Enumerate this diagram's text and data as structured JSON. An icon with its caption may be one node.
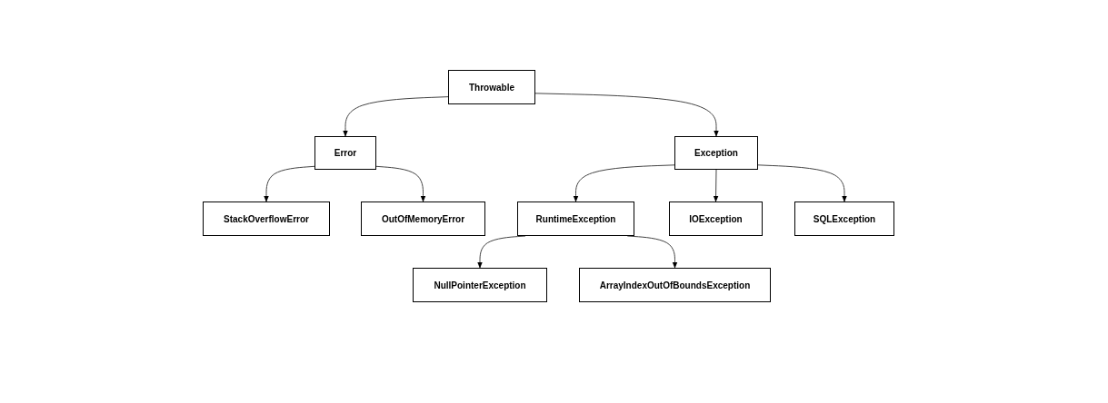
{
  "diagram": {
    "nodes": [
      {
        "text": [
          "Throwable"
        ]
      },
      {
        "text": [
          "Error"
        ]
      },
      {
        "text": [
          "Exception"
        ]
      },
      {
        "text": [
          "StackOverflowError"
        ]
      },
      {
        "text": [
          "OutOfMemoryError"
        ]
      },
      {
        "text": [
          "RuntimeException"
        ]
      },
      {
        "text": [
          "IOException"
        ]
      },
      {
        "text": [
          "SQLException"
        ]
      },
      {
        "text": [
          "NullPointerException"
        ]
      },
      {
        "text": [
          "ArrayIndexOutOfBoundsException"
        ]
      }
    ],
    "edges": [
      {
        "from": 0,
        "to": 1,
        "arrow": "to"
      },
      {
        "from": 0,
        "to": 2,
        "arrow": "to"
      },
      {
        "from": 1,
        "to": 3,
        "arrow": "to"
      },
      {
        "from": 1,
        "to": 4,
        "arrow": "to"
      },
      {
        "from": 2,
        "to": 5,
        "arrow": "to"
      },
      {
        "from": 2,
        "to": 6,
        "arrow": "to"
      },
      {
        "from": 2,
        "to": 7,
        "arrow": "to"
      },
      {
        "from": 5,
        "to": 8,
        "arrow": "to"
      },
      {
        "from": 5,
        "to": 9,
        "arrow": "to"
      }
    ]
  }
}
